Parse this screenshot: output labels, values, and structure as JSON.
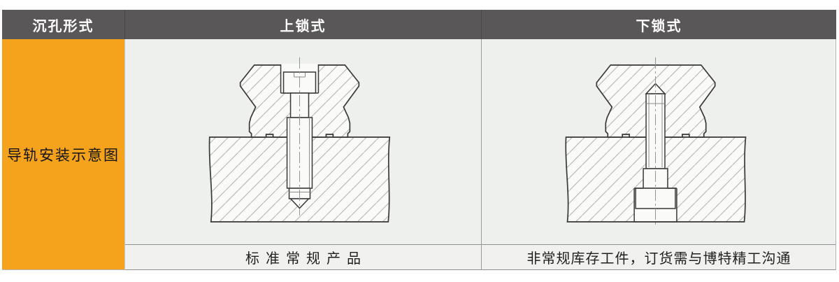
{
  "header": {
    "counterbore_type": "沉孔形式",
    "top_lock": "上锁式",
    "bottom_lock": "下锁式"
  },
  "side": {
    "label": "导轨安装示意图"
  },
  "captions": {
    "top_lock": "标准常规产品",
    "bottom_lock": "非常规库存工件，订货需与博特精工沟通"
  },
  "colors": {
    "header_bg": "#595757",
    "header_text": "#ffffff",
    "side_bg": "#f5a31c",
    "side_text": "#141414",
    "cell_bg": "#eef0ed",
    "caption_bg": "#f1f2ef",
    "caption_text": "#1f1f1f",
    "border": "#8f8f8f",
    "outline": "#383838",
    "thin_line": "#8c8c8c",
    "hatch": "#b3b3b3",
    "part_bg": "#fafaf8",
    "centerline": "#8f969c"
  }
}
